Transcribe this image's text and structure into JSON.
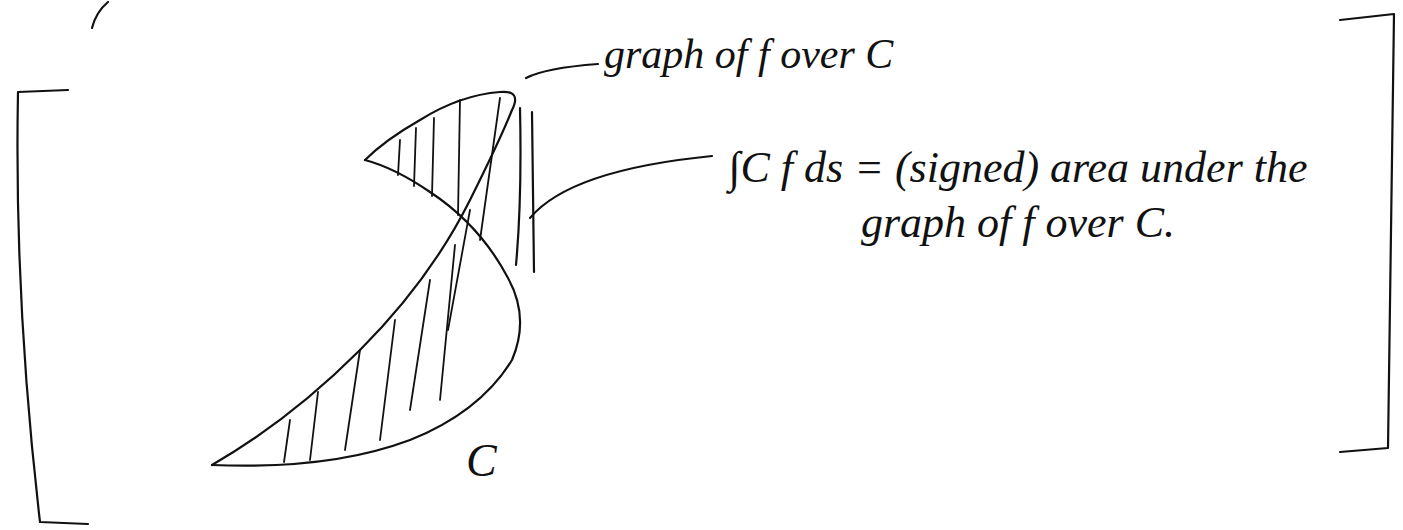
{
  "diagram": {
    "labels": [
      "graph of f over C",
      "∫C f ds = (signed) area under the graph of f over C.",
      "C"
    ]
  }
}
